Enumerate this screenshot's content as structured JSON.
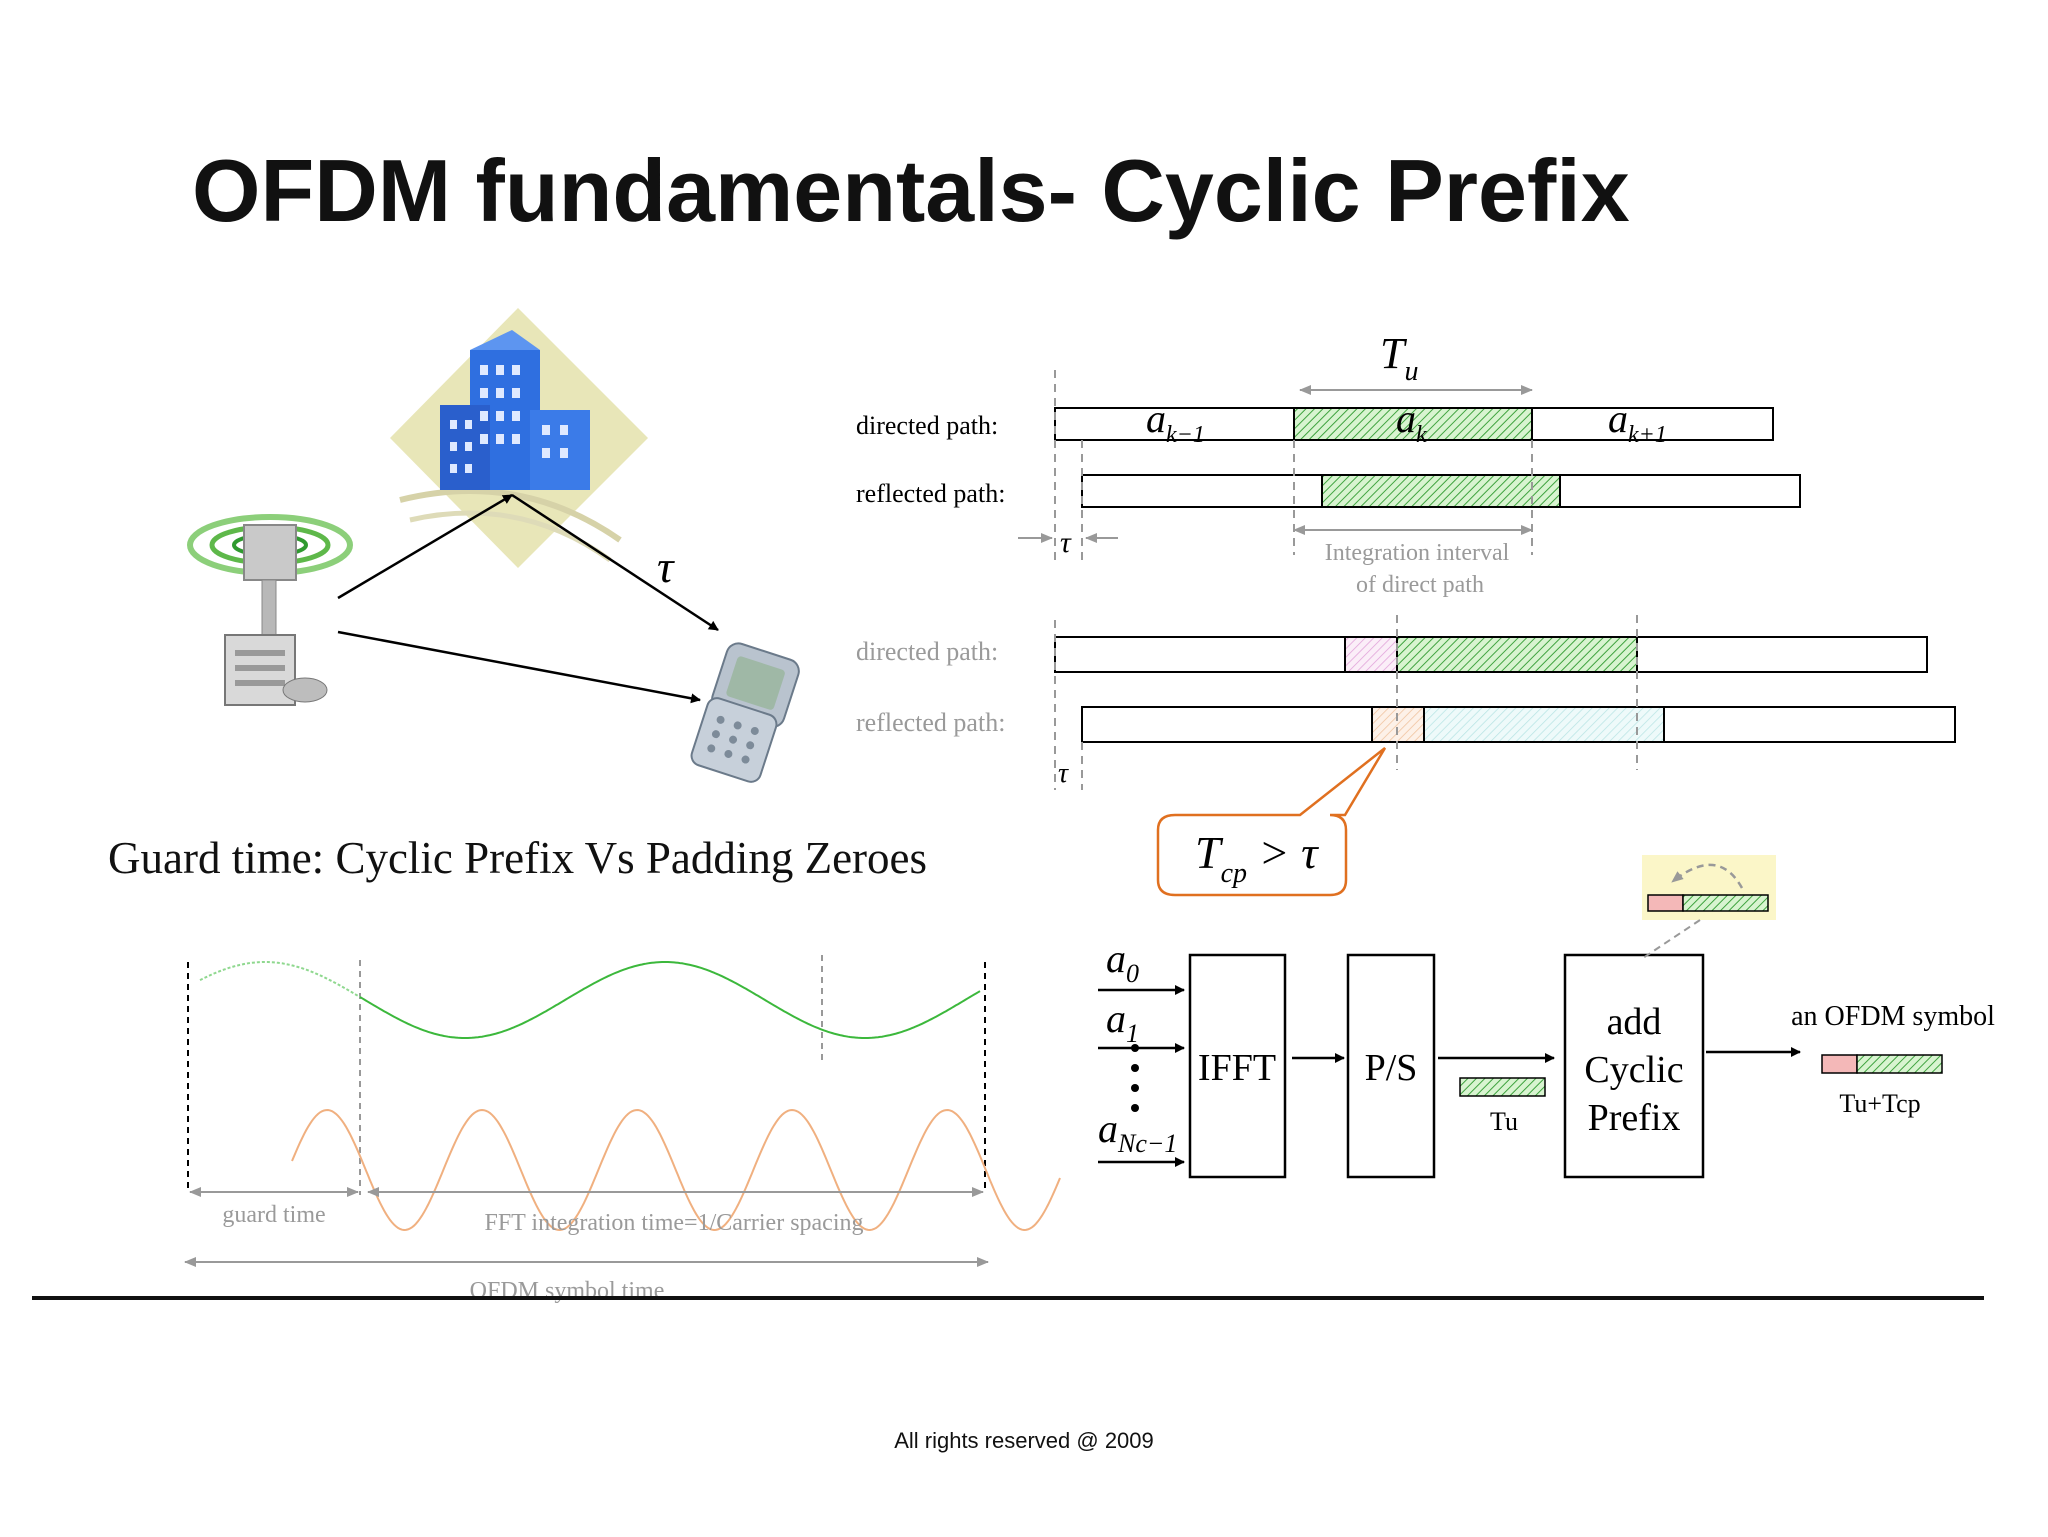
{
  "slide": {
    "title": "OFDM fundamentals- Cyclic Prefix",
    "guard_heading": "Guard time: Cyclic Prefix Vs Padding Zeroes",
    "footer": "All rights reserved @ 2009"
  },
  "multipath": {
    "delay_label": "τ"
  },
  "timing_top": {
    "Tu_label": "T",
    "Tu_sub": "u",
    "directed_label": "directed path:",
    "reflected_label": "reflected path:",
    "sym_prev": "a",
    "sym_prev_sub": "k−1",
    "sym_cur": "a",
    "sym_cur_sub": "k",
    "sym_next": "a",
    "sym_next_sub": "k+1",
    "tau_label": "τ",
    "integration_line1": "Integration interval",
    "integration_line2": "of direct path"
  },
  "timing_bottom": {
    "directed_label": "directed path:",
    "reflected_label": "reflected path:",
    "tau_label": "τ",
    "callout_T": "T",
    "callout_sub": "cp",
    "callout_rest": " > τ"
  },
  "waveform": {
    "guard_time": "guard time",
    "fft_time": "FFT integration time=1/Carrier spacing",
    "symbol_time": "OFDM symbol  time"
  },
  "blocks": {
    "in0": "a",
    "in0_sub": "0",
    "in1": "a",
    "in1_sub": "1",
    "inN": "a",
    "inN_sub": "Nc−1",
    "ifft": "IFFT",
    "ps": "P/S",
    "add1": "add",
    "add2": "Cyclic",
    "add3": "Prefix",
    "tu": "Tu",
    "ofdm_symbol": "an OFDM symbol",
    "tu_tcp": "Tu+Tcp"
  },
  "colors": {
    "hatch_green": "#3fa33f",
    "fill_green": "#c8efc0",
    "wave_green": "#3cb83c",
    "wave_orange": "#f0b080",
    "callout": "#e07020",
    "pink": "#f4b8b8",
    "grey_text": "#9a9a9a"
  }
}
